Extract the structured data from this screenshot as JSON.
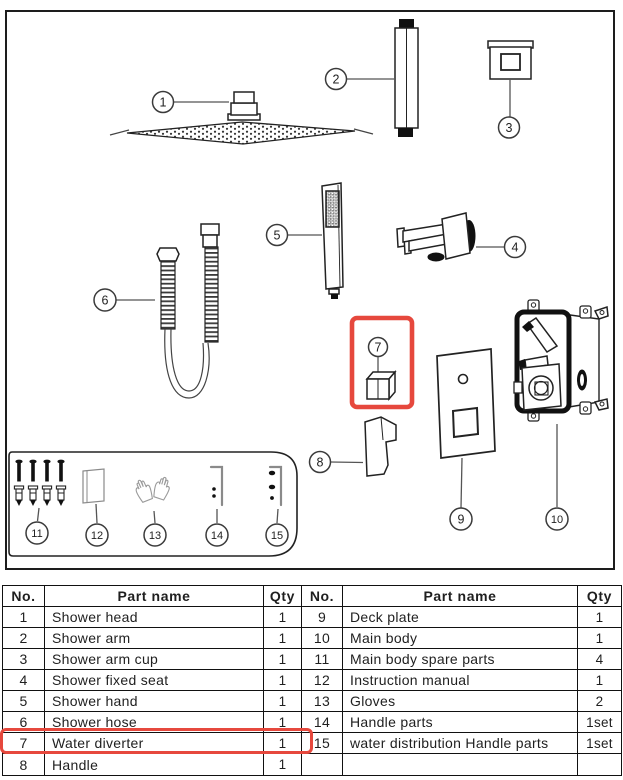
{
  "diagram": {
    "description": "Exploded shower parts diagram",
    "highlight_color": "#e6483d",
    "callouts": [
      "1",
      "2",
      "3",
      "4",
      "5",
      "6",
      "7",
      "8",
      "9",
      "10",
      "11",
      "12",
      "13",
      "14",
      "15"
    ]
  },
  "table": {
    "headers": {
      "no": "No.",
      "part": "Part name",
      "qty": "Qty"
    },
    "left_rows": [
      {
        "no": "1",
        "part": "Shower head",
        "qty": "1"
      },
      {
        "no": "2",
        "part": "Shower arm",
        "qty": "1"
      },
      {
        "no": "3",
        "part": "Shower arm cup",
        "qty": "1"
      },
      {
        "no": "4",
        "part": "Shower fixed seat",
        "qty": "1"
      },
      {
        "no": "5",
        "part": "Shower hand",
        "qty": "1"
      },
      {
        "no": "6",
        "part": "Shower hose",
        "qty": "1"
      },
      {
        "no": "7",
        "part": "Water diverter",
        "qty": "1"
      },
      {
        "no": "8",
        "part": "Handle",
        "qty": "1"
      }
    ],
    "right_rows": [
      {
        "no": "9",
        "part": "Deck plate",
        "qty": "1"
      },
      {
        "no": "10",
        "part": "Main body",
        "qty": "1"
      },
      {
        "no": "11",
        "part": "Main body spare parts",
        "qty": "4"
      },
      {
        "no": "12",
        "part": "Instruction manual",
        "qty": "1"
      },
      {
        "no": "13",
        "part": "Gloves",
        "qty": "2"
      },
      {
        "no": "14",
        "part": "Handle parts",
        "qty": "1set"
      },
      {
        "no": "15",
        "part": "water distribution Handle parts",
        "qty": "1set"
      },
      {
        "no": "",
        "part": "",
        "qty": ""
      }
    ]
  }
}
